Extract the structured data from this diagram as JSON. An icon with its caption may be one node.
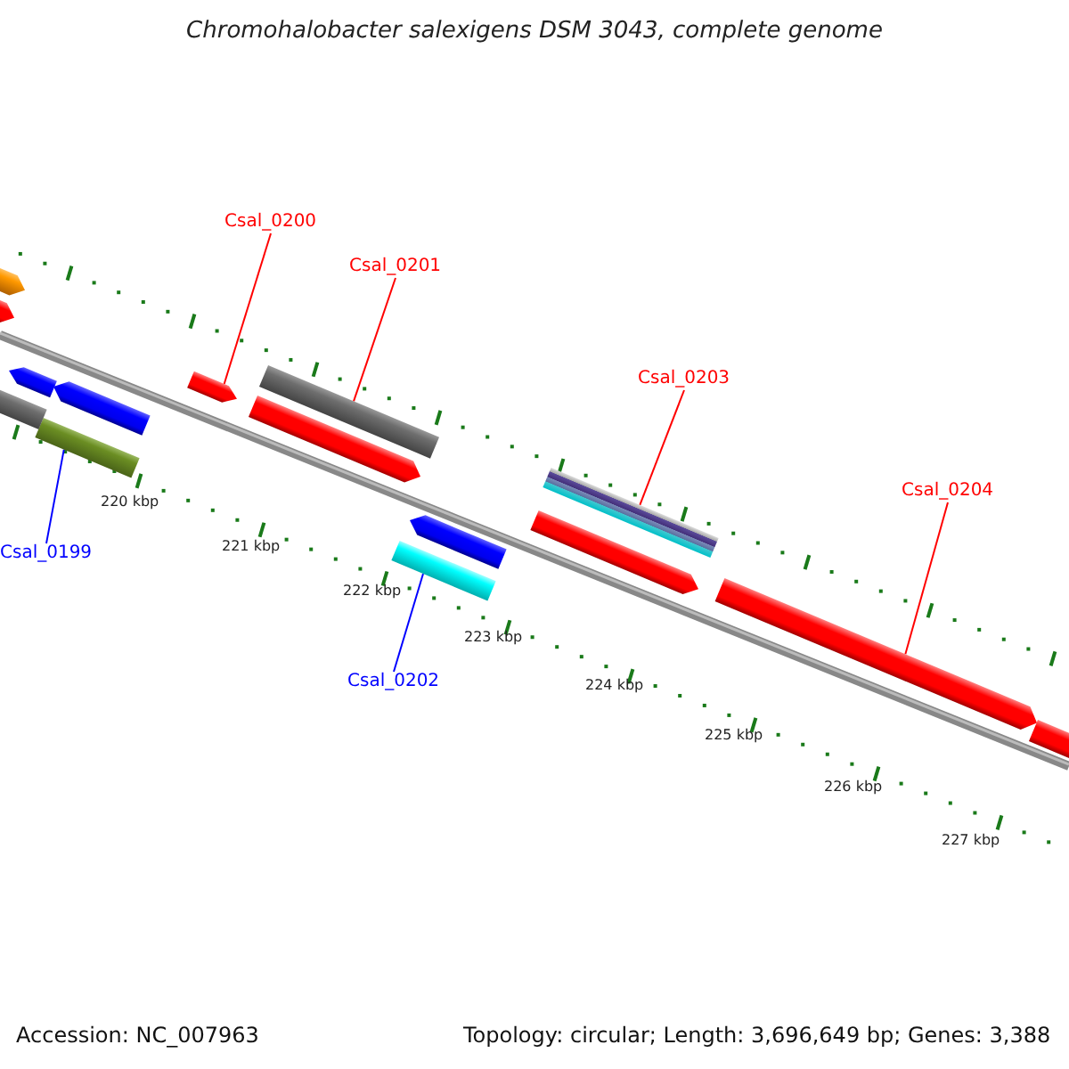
{
  "diagram": {
    "title": "Chromohalobacter salexigens DSM 3043, complete genome",
    "nodes": [
      {
        "text": [
          "Csal_0200"
        ]
      },
      {
        "text": [],
        "shape": "bar"
      },
      {
        "text": [
          "Csal_0201"
        ]
      },
      {
        "text": [],
        "shape": "bar"
      },
      {
        "text": [
          "Csal_0203"
        ]
      },
      {
        "text": [],
        "shape": "bar"
      },
      {
        "text": [
          "Csal_0204"
        ]
      },
      {
        "text": [],
        "shape": "bar"
      },
      {
        "text": [
          "Csal_0199"
        ]
      },
      {
        "text": [],
        "shape": "bar"
      },
      {
        "text": [
          "Csal_0202"
        ]
      },
      {
        "text": [],
        "shape": "bar"
      },
      {
        "text": [],
        "shape": "bar"
      },
      {
        "text": [],
        "shape": "bar"
      },
      {
        "text": [],
        "shape": "bar"
      },
      {
        "text": [],
        "shape": "bar"
      },
      {
        "text": [],
        "shape": "bar"
      },
      {
        "text": [],
        "shape": "bar"
      },
      {
        "text": [],
        "shape": "bar"
      },
      {
        "text": [],
        "shape": "bar"
      },
      {
        "text": [],
        "shape": "bar"
      }
    ],
    "edges": [
      {
        "from": 0,
        "to": 1,
        "arrow": "none"
      },
      {
        "from": 2,
        "to": 3,
        "arrow": "none"
      },
      {
        "from": 4,
        "to": 5,
        "arrow": "none"
      },
      {
        "from": 6,
        "to": 7,
        "arrow": "none"
      },
      {
        "from": 8,
        "to": 9,
        "arrow": "none",
        "color": "#0000ff"
      },
      {
        "from": 10,
        "to": 11,
        "arrow": "none",
        "color": "#0000ff"
      }
    ],
    "labels": [
      "220 kbp",
      "221 kbp",
      "222 kbp",
      "223 kbp",
      "224 kbp",
      "225 kbp",
      "226 kbp",
      "227 kbp",
      "Accession: NC_007963",
      "Topology: circular; Length: 3,696,649 bp; Genes: 3,388"
    ]
  }
}
